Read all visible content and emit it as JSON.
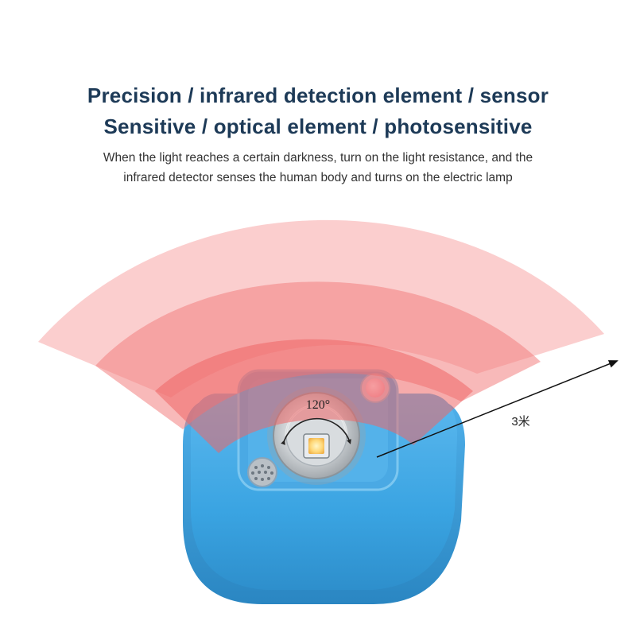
{
  "headline": {
    "line1": "Precision / infrared detection element / sensor",
    "line2": "Sensitive / optical element / photosensitive"
  },
  "description": {
    "line1": "When the light reaches a certain darkness, turn on the light resistance, and the",
    "line2": "infrared detector senses the human body and turns on the electric lamp"
  },
  "labels": {
    "angle": "120°",
    "distance": "3米"
  },
  "colors": {
    "title": "#1d3a57",
    "body": "#333333",
    "device": "#3aa4e2",
    "beam": "#f25a5a"
  }
}
